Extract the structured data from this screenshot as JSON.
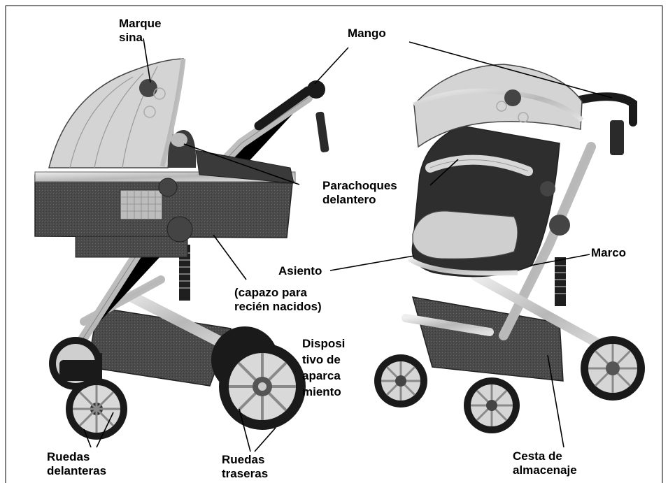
{
  "labels": {
    "brand_logo": [
      "Marque",
      "sina"
    ],
    "handle": "Mango",
    "front_bumper": [
      "Parachoques",
      "delantero"
    ],
    "seat": "Asiento",
    "bassinet": [
      "(capazo para",
      "recién nacidos)"
    ],
    "frame": "Marco",
    "parking_device": [
      "Disposi",
      "tivo de",
      "aparca",
      "miento"
    ],
    "front_wheels": [
      "Ruedas",
      "delanteras"
    ],
    "rear_wheels": [
      "Ruedas",
      "traseras"
    ],
    "storage_basket": [
      "Cesta de",
      "almacenaje"
    ]
  },
  "colors": {
    "canopy": "#d4d4d4",
    "fabric_dark": "#4a4a4a",
    "chrome": "#c8c8c8",
    "wheel": "#1a1a1a",
    "line": "#000000"
  }
}
